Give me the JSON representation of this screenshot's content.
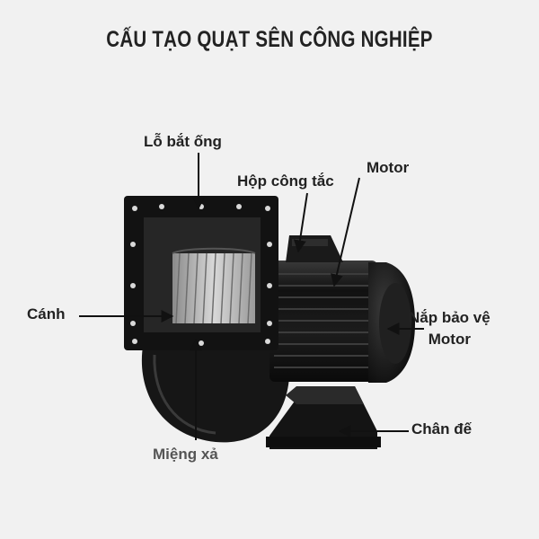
{
  "title": "CẤU TẠO QUẠT SÊN CÔNG NGHIỆP",
  "labels": {
    "lo_bat_ong": "Lỗ bắt ống",
    "hop_cong_tac": "Hộp công tắc",
    "motor": "Motor",
    "canh": "Cánh",
    "nap_bao_ve_line1": "Nắp bảo vệ",
    "nap_bao_ve_line2": "Motor",
    "chan_de": "Chân đế",
    "mieng_xa": "Miệng xả"
  },
  "colors": {
    "background": "#f1f1f1",
    "housing": "#1b1b1b",
    "impeller": "#b8b8b8",
    "label_text": "#222222"
  }
}
